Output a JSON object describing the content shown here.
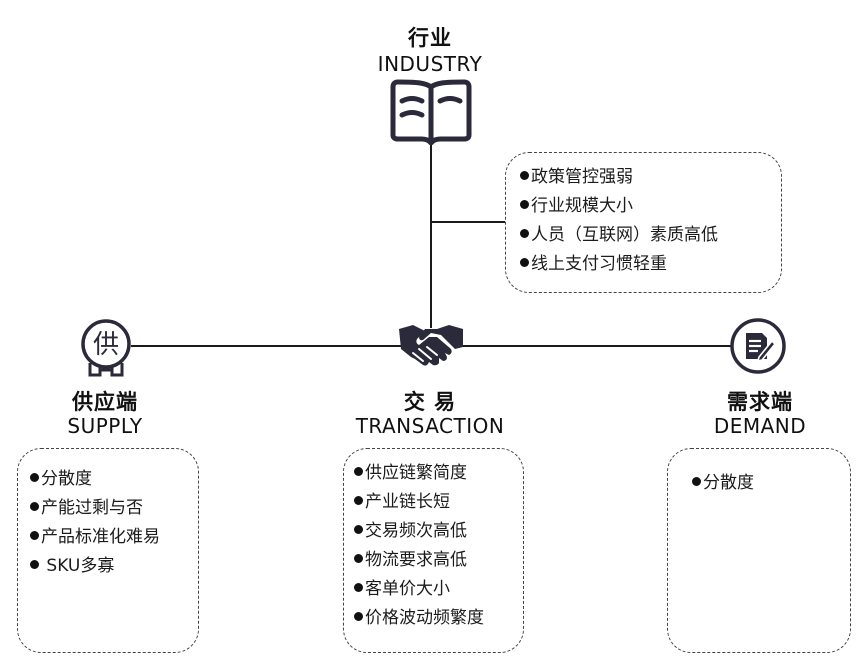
{
  "industry": {
    "title_cn": "行业",
    "title_en": "INDUSTRY",
    "icon": "open-book-icon",
    "factors": [
      "政策管控强弱",
      "行业规模大小",
      "人员（互联网）素质高低",
      "线上支付习惯轻重"
    ]
  },
  "supply": {
    "title_cn": "供应端",
    "title_en": "SUPPLY",
    "icon": "supply-badge-icon",
    "icon_glyph": "供",
    "factors": [
      "分散度",
      "产能过剩与否",
      "产品标准化难易",
      " SKU多寡"
    ]
  },
  "transaction": {
    "title_cn": "交 易",
    "title_en": "TRANSACTION",
    "icon": "handshake-icon",
    "factors": [
      "供应链繁简度",
      "产业链长短",
      "交易频次高低",
      "物流要求高低",
      "客单价大小",
      "价格波动频繁度"
    ]
  },
  "demand": {
    "title_cn": "需求端",
    "title_en": "DEMAND",
    "icon": "document-edit-icon",
    "factors": [
      "分散度"
    ]
  },
  "colors": {
    "icon": "#2b2a3a",
    "line": "#1a1a1a",
    "border": "#444444"
  }
}
